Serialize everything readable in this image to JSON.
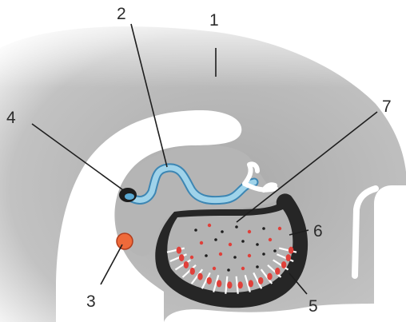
{
  "colors": {
    "background": "#ffffff",
    "tissue": "#b9b9b9",
    "tissue_light": "#d7d7d7",
    "duct": "#9fd3ea",
    "duct_outline": "#3d86b3",
    "cup": "#262626",
    "red_cells": "#e0403a",
    "orange_spot": "#ef6a3a"
  },
  "labels": {
    "l1": "1",
    "l2": "2",
    "l3": "3",
    "l4": "4",
    "l5": "5",
    "l6": "6",
    "l7": "7"
  }
}
